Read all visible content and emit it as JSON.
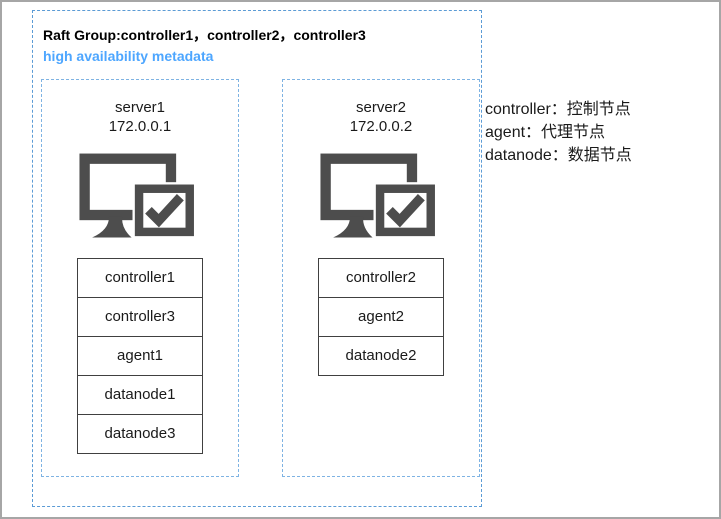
{
  "title": "Raft Group:controller1，controller2，controller3",
  "subtitle": "high availability metadata",
  "colors": {
    "accent_blue": "#4da6ff",
    "dashed_border": "#5b9bd5",
    "inner_dashed_border": "#7eb3e3",
    "icon_gray": "#4d4d4d",
    "node_border": "#404040"
  },
  "servers": [
    {
      "name": "server1",
      "ip": "172.0.0.1",
      "nodes": [
        "controller1",
        "controller3",
        "agent1",
        "datanode1",
        "datanode3"
      ]
    },
    {
      "name": "server2",
      "ip": "172.0.0.2",
      "nodes": [
        "controller2",
        "agent2",
        "datanode2"
      ]
    }
  ],
  "legend": [
    "controller：控制节点",
    "agent：代理节点",
    "datanode：数据节点"
  ]
}
